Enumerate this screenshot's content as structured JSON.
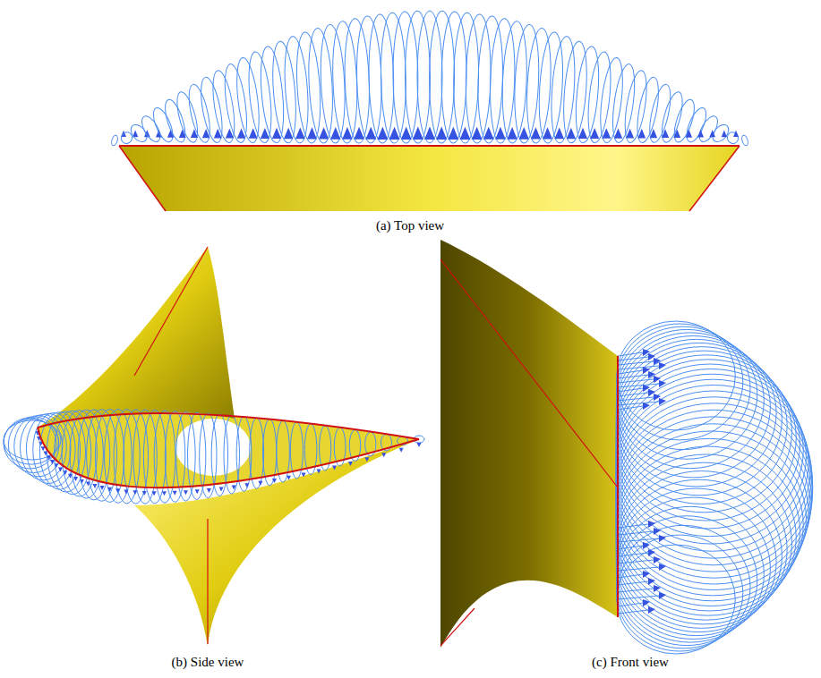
{
  "diagram": {
    "labels": [
      "(a) Top view",
      "(b) Side view",
      "(c) Front view"
    ]
  }
}
